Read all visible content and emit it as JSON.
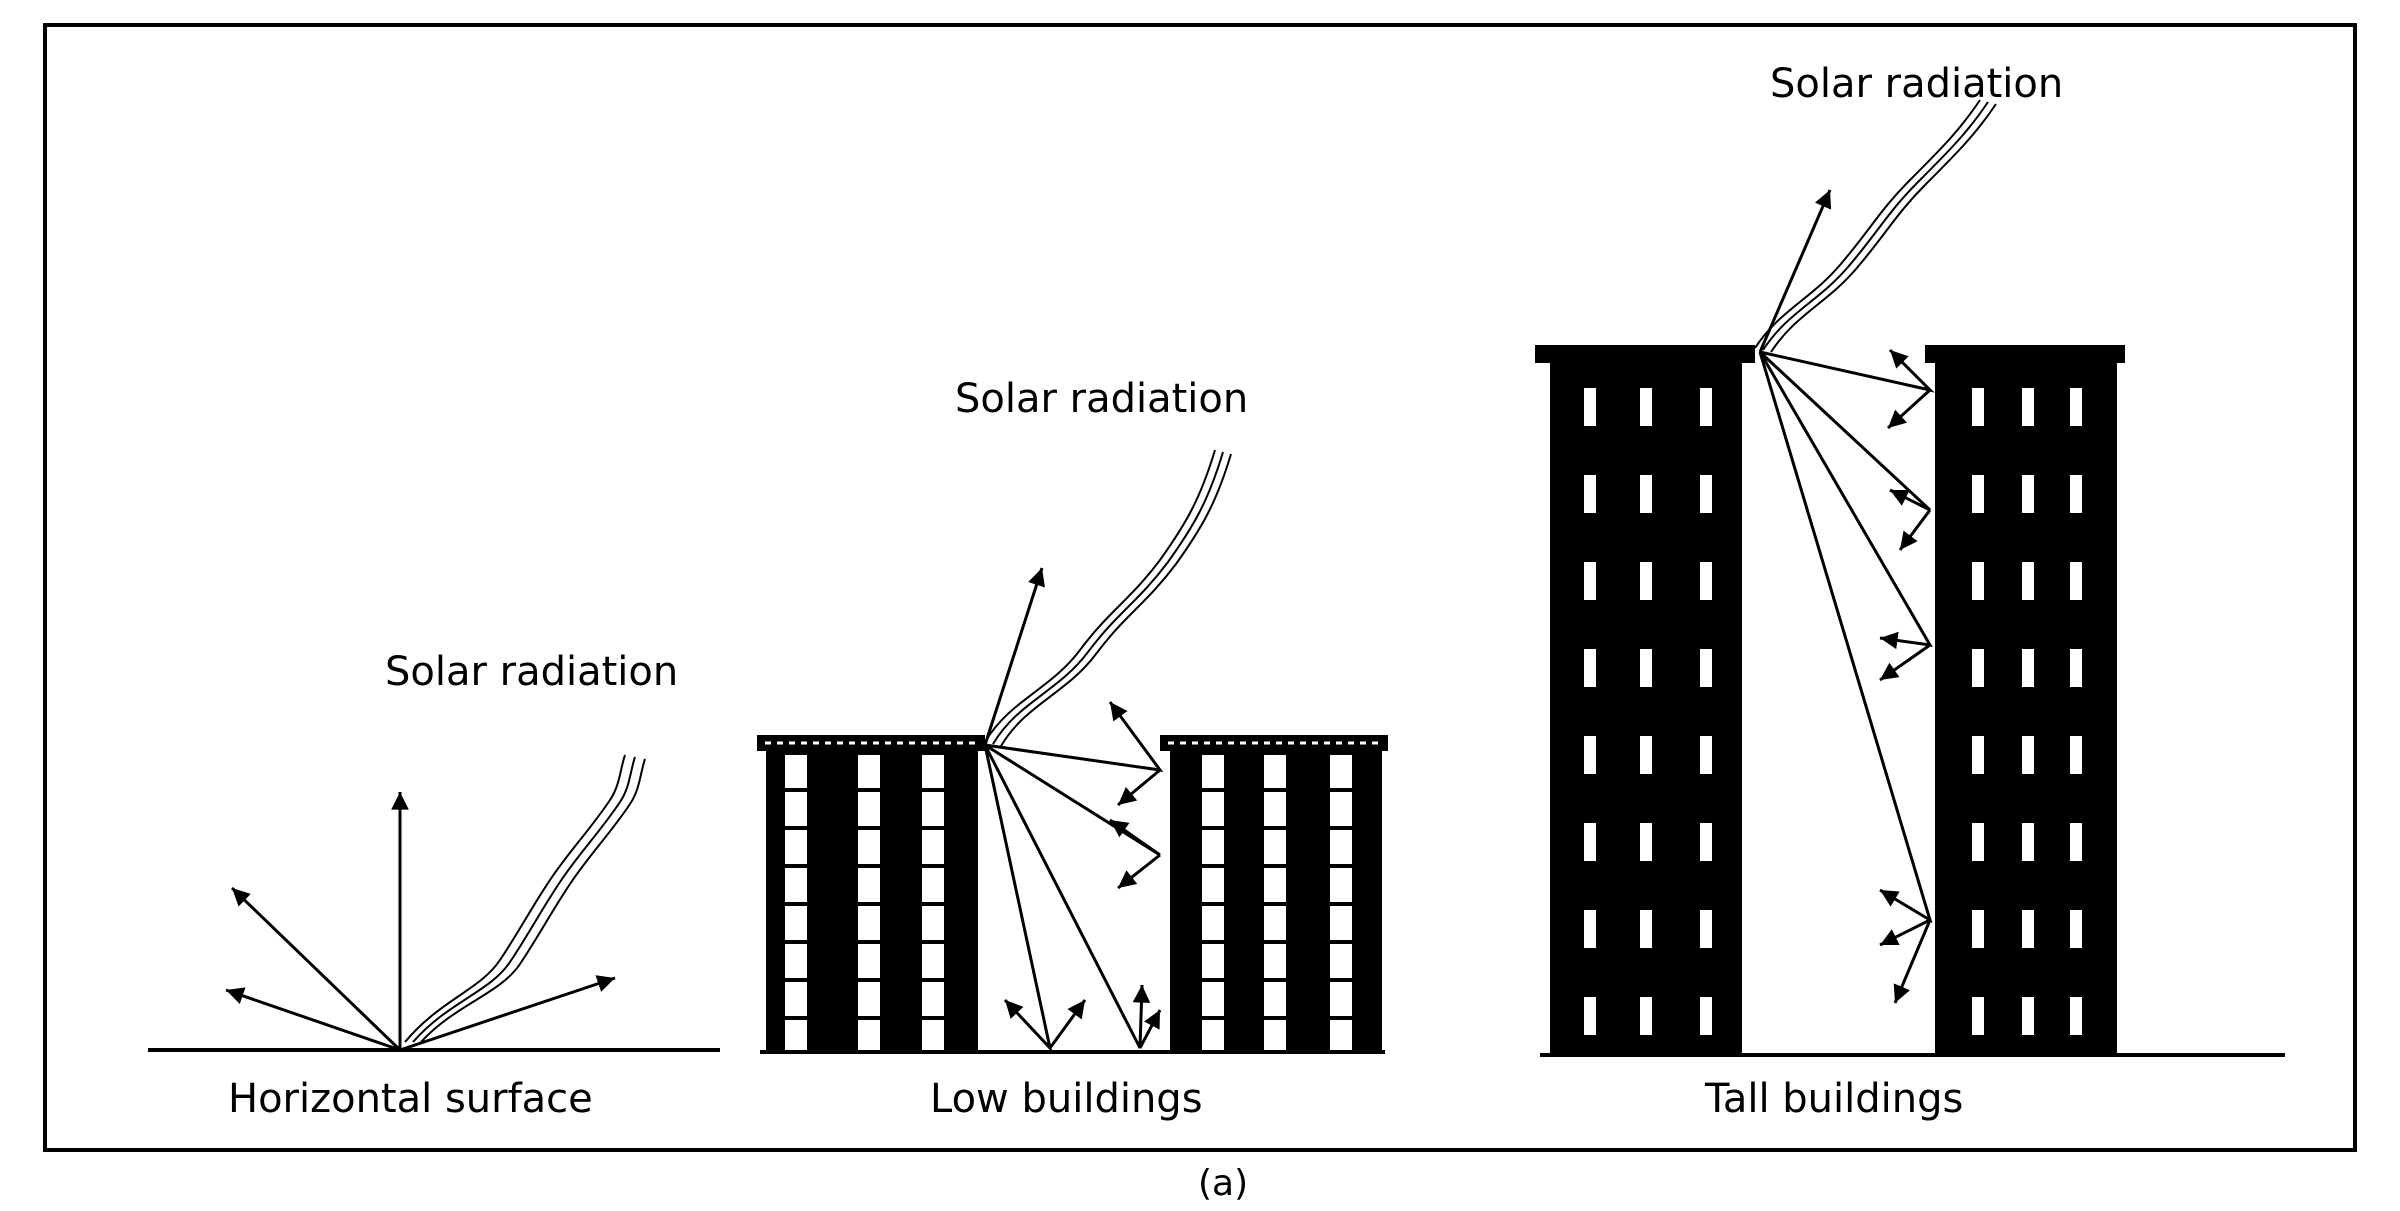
{
  "scenes": [
    {
      "radiation_label": "Solar radiation",
      "surface_label": "Horizontal surface"
    },
    {
      "radiation_label": "Solar radiation",
      "surface_label": "Low buildings"
    },
    {
      "radiation_label": "Solar radiation",
      "surface_label": "Tall buildings"
    }
  ],
  "caption": "(a)"
}
